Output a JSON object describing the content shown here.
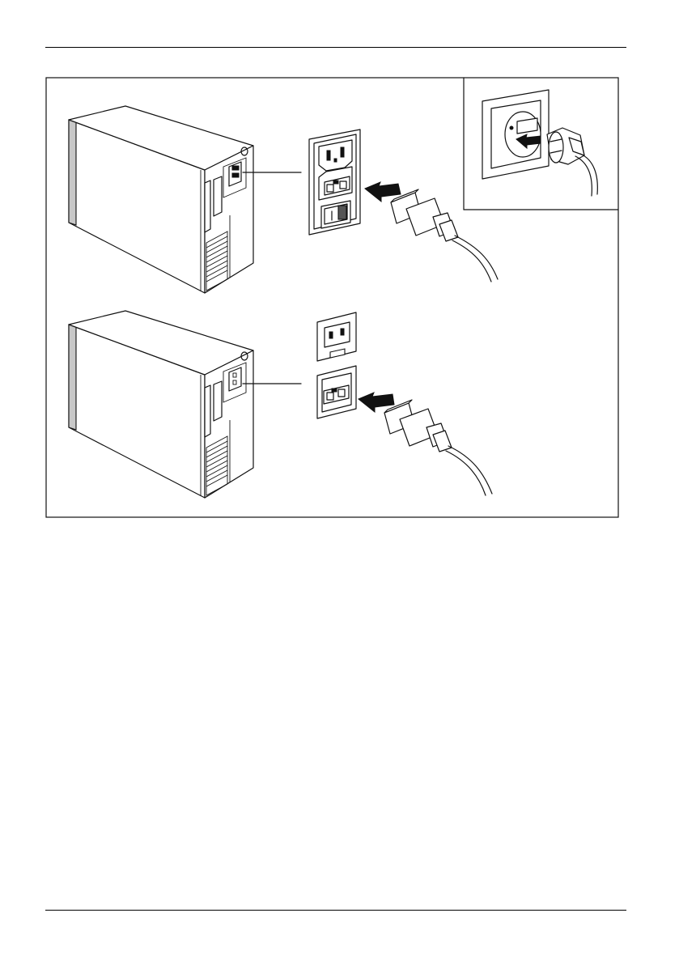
{
  "page": {
    "figure": {
      "panels": [
        "upper-server-with-switched-power-module",
        "lower-server-with-dual-power-sockets",
        "inset-wall-socket-connection"
      ]
    }
  }
}
